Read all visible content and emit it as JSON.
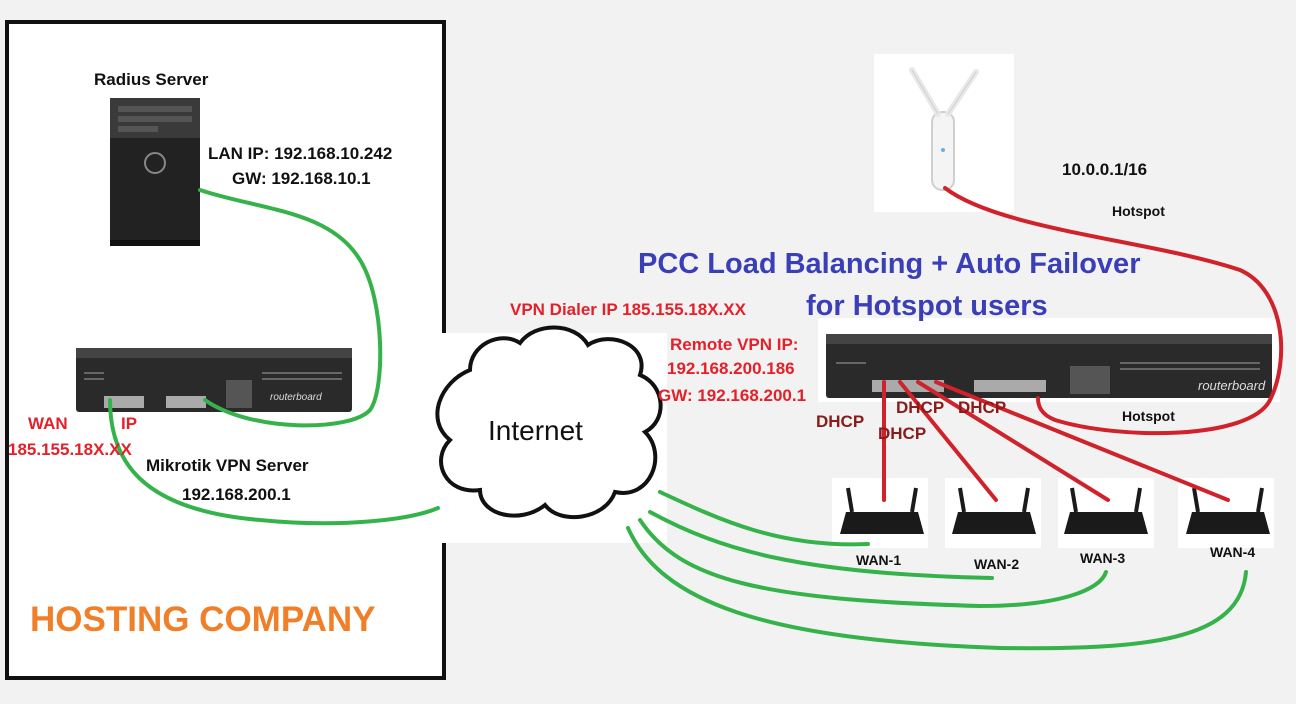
{
  "hosting": {
    "company_label": "HOSTING COMPANY",
    "radius_title": "Radius Server",
    "lan_ip": "LAN IP: 192.168.10.242",
    "gw": "GW: 192.168.10.1",
    "wan_label": "WAN",
    "ip_label": "IP",
    "wan_ip": "185.155.18X.XX",
    "vpn_server_title": "Mikrotik VPN Server",
    "vpn_server_ip": "192.168.200.1"
  },
  "internet": {
    "label": "Internet"
  },
  "vpn": {
    "dialer_ip": "VPN Dialer IP 185.155.18X.XX",
    "remote_label": "Remote VPN IP:",
    "remote_ip": "192.168.200.186",
    "remote_gw": "GW: 192.168.200.1"
  },
  "title": {
    "line1": "PCC Load Balancing + Auto Failover",
    "line2": "for Hotspot users"
  },
  "hotspot": {
    "network": "10.0.0.1/16",
    "ap_label": "Hotspot",
    "port_label": "Hotspot"
  },
  "dhcp": {
    "label1": "DHCP",
    "label2": "DHCP",
    "label3": "DHCP",
    "label4": "DHCP"
  },
  "wans": [
    {
      "label": "WAN-1"
    },
    {
      "label": "WAN-2"
    },
    {
      "label": "WAN-3"
    },
    {
      "label": "WAN-4"
    }
  ],
  "router_brand": "routerboard",
  "colors": {
    "green": "#35b34a",
    "red": "#d0222a",
    "blue": "#3a3fb8",
    "orange": "#f07f2a"
  }
}
